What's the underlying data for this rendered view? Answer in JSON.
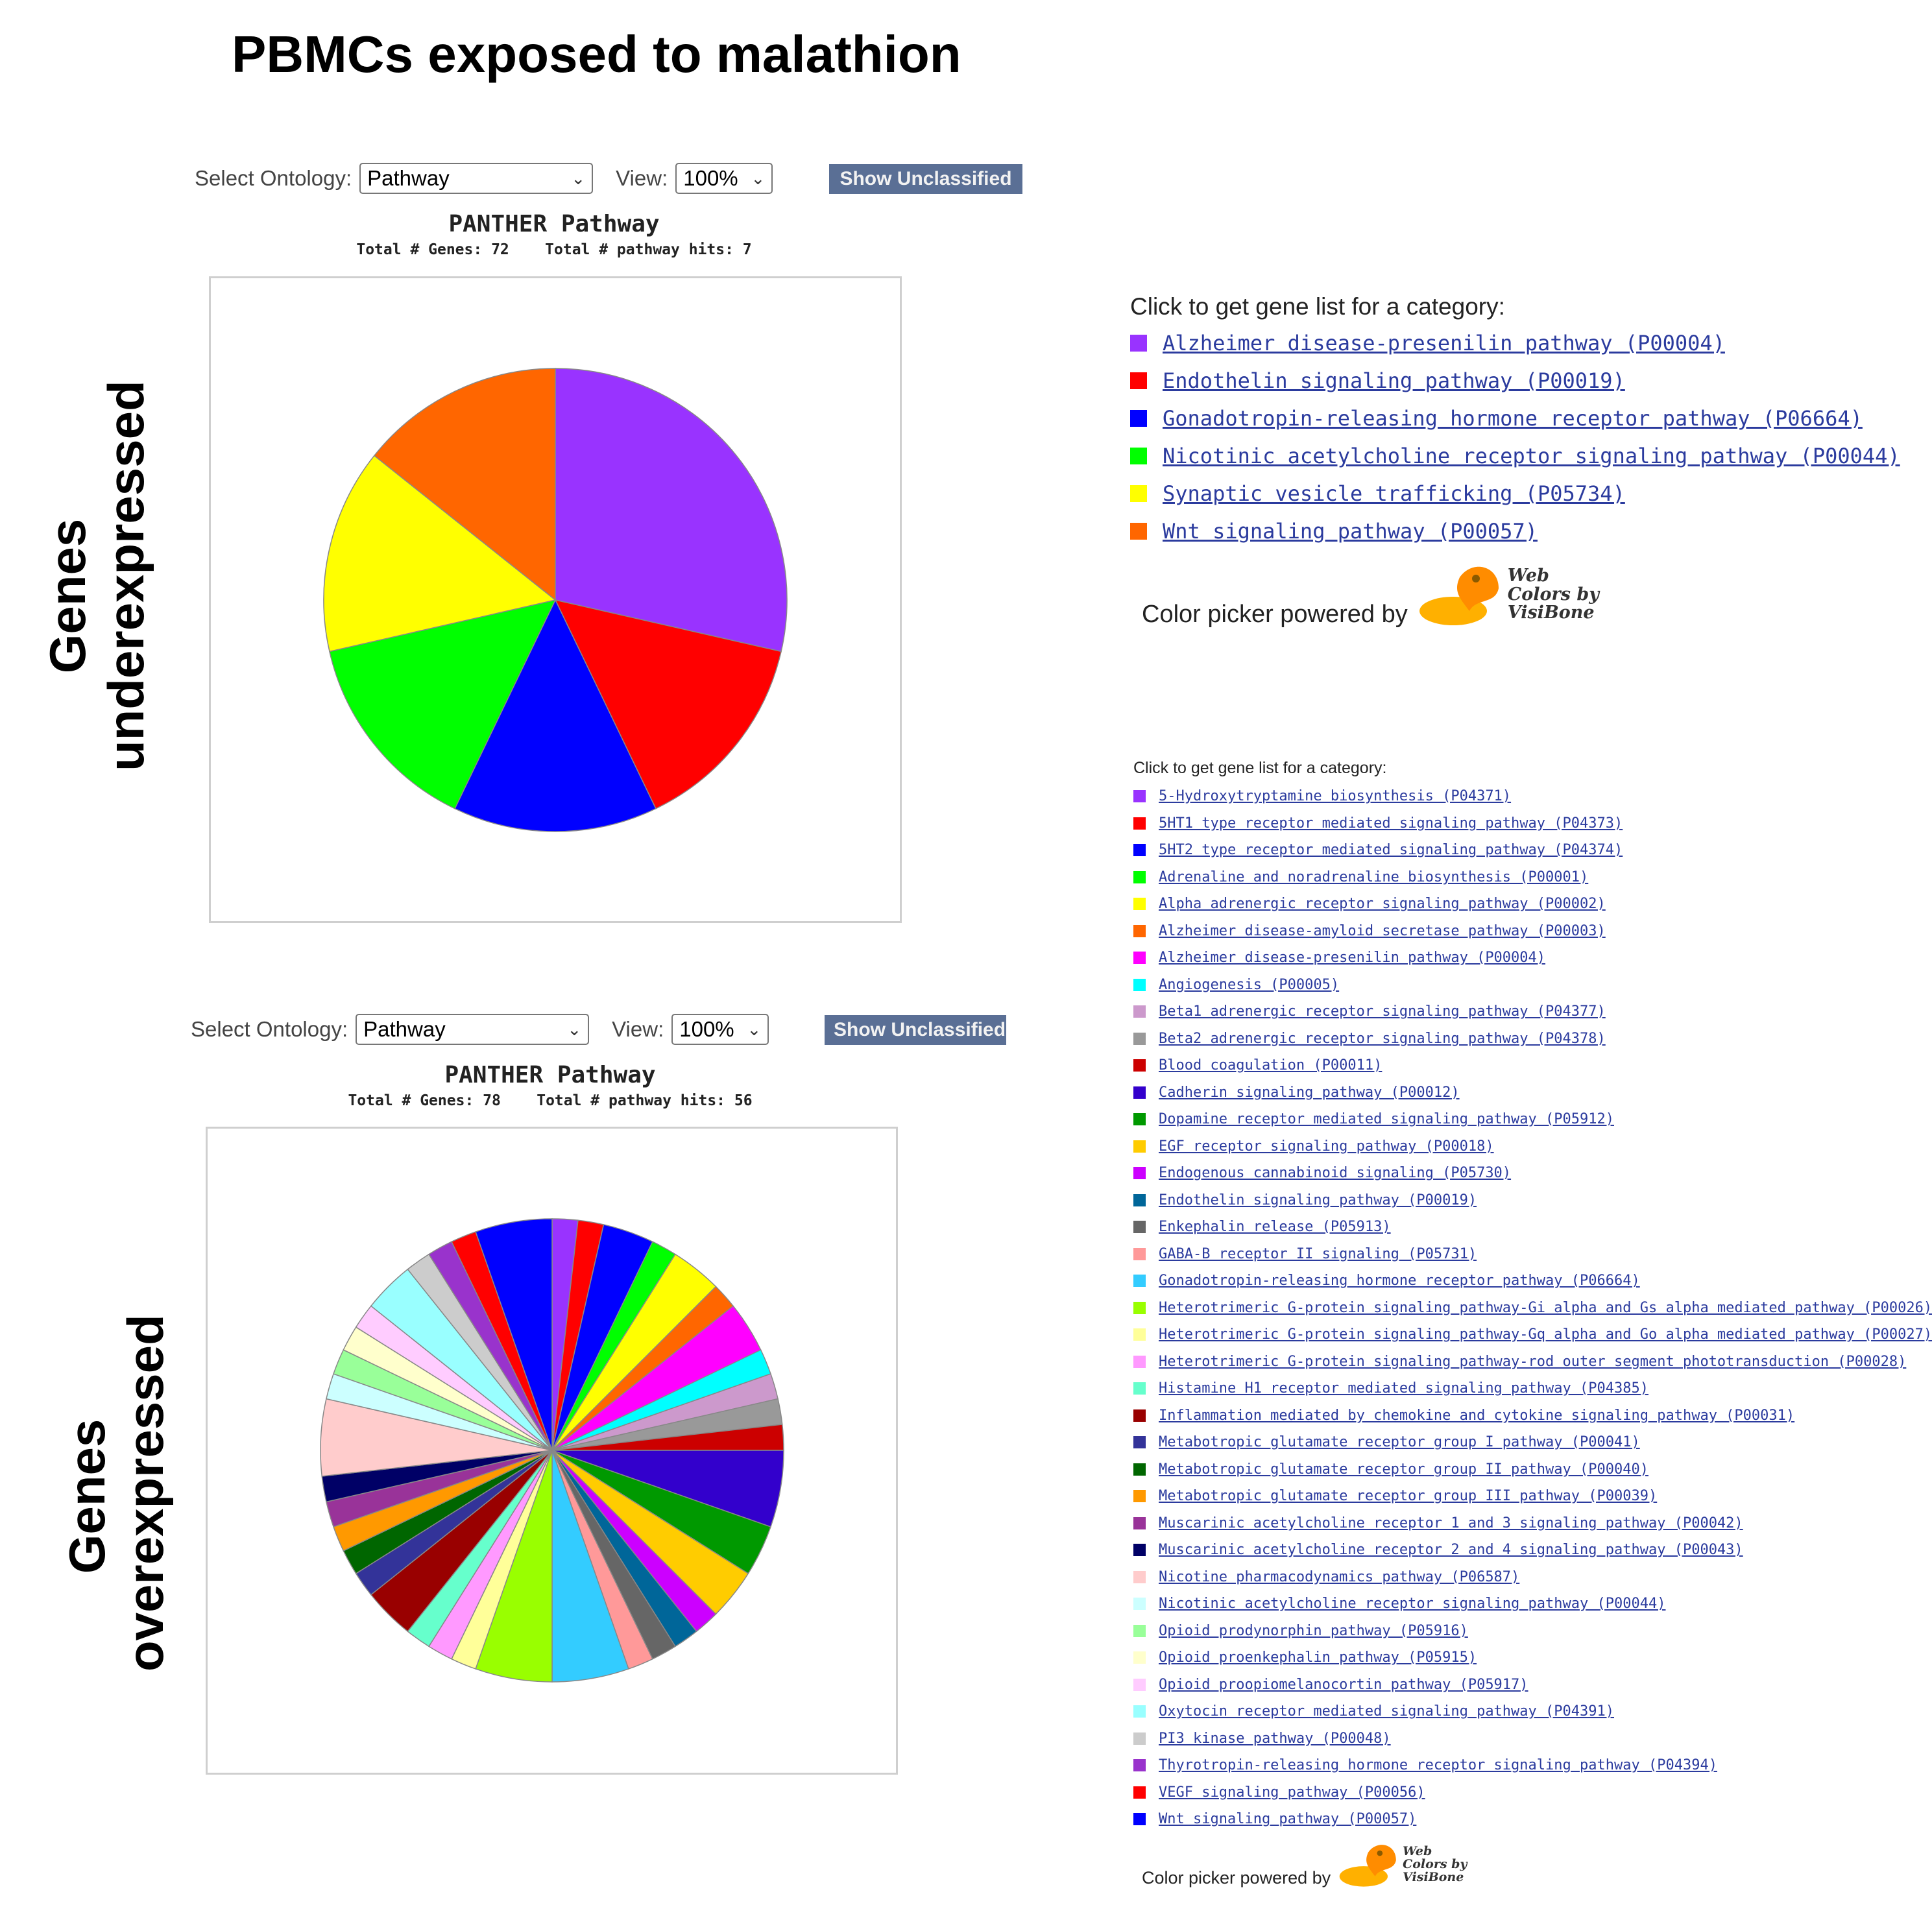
{
  "page_title": "PBMCs exposed to malathion",
  "row_labels": {
    "top": [
      "Genes",
      "underexpressed"
    ],
    "bottom": [
      "Genes",
      "overexpressed"
    ]
  },
  "panels": [
    {
      "controls": {
        "ontology_label": "Select Ontology:",
        "ontology_value": "Pathway",
        "view_label": "View:",
        "view_value": "100%",
        "show_unclassified_label": "Show Unclassified"
      },
      "heading": "PANTHER Pathway",
      "subheading": "Total # Genes: 72    Total # pathway hits: 7",
      "legend": {
        "heading": "Click to get gene list for a category:",
        "items": [
          {
            "label": "Alzheimer disease-presenilin pathway (P00004)",
            "color": "#9933ff"
          },
          {
            "label": "Endothelin signaling pathway (P00019)",
            "color": "#ff0000"
          },
          {
            "label": "Gonadotropin-releasing hormone receptor pathway (P06664)",
            "color": "#0000ff"
          },
          {
            "label": "Nicotinic acetylcholine receptor signaling pathway (P00044)",
            "color": "#00ff00"
          },
          {
            "label": "Synaptic vesicle trafficking (P05734)",
            "color": "#ffff00"
          },
          {
            "label": "Wnt signaling pathway (P00057)",
            "color": "#ff6600"
          }
        ],
        "powered_by": "Color picker powered by",
        "logo_text": [
          "Web",
          "Colors by",
          "VisiBone"
        ]
      }
    },
    {
      "controls": {
        "ontology_label": "Select Ontology:",
        "ontology_value": "Pathway",
        "view_label": "View:",
        "view_value": "100%",
        "show_unclassified_label": "Show Unclassified"
      },
      "heading": "PANTHER Pathway",
      "subheading": "Total # Genes: 78    Total # pathway hits: 56",
      "legend": {
        "heading": "Click to get gene list for a category:",
        "items": [
          {
            "label": "5-Hydroxytryptamine biosynthesis (P04371)",
            "color": "#9933ff"
          },
          {
            "label": "5HT1 type receptor mediated signaling pathway (P04373)",
            "color": "#ff0000"
          },
          {
            "label": "5HT2 type receptor mediated signaling pathway (P04374)",
            "color": "#0000ff"
          },
          {
            "label": "Adrenaline and noradrenaline biosynthesis (P00001)",
            "color": "#00ff00"
          },
          {
            "label": "Alpha adrenergic receptor signaling pathway (P00002)",
            "color": "#ffff00"
          },
          {
            "label": "Alzheimer disease-amyloid secretase pathway (P00003)",
            "color": "#ff6600"
          },
          {
            "label": "Alzheimer disease-presenilin pathway (P00004)",
            "color": "#ff00ff"
          },
          {
            "label": "Angiogenesis (P00005)",
            "color": "#00ffff"
          },
          {
            "label": "Beta1 adrenergic receptor signaling pathway (P04377)",
            "color": "#cc99cc"
          },
          {
            "label": "Beta2 adrenergic receptor signaling pathway (P04378)",
            "color": "#999999"
          },
          {
            "label": "Blood coagulation (P00011)",
            "color": "#cc0000"
          },
          {
            "label": "Cadherin signaling pathway (P00012)",
            "color": "#3300cc"
          },
          {
            "label": "Dopamine receptor mediated signaling pathway (P05912)",
            "color": "#009900"
          },
          {
            "label": "EGF receptor signaling pathway (P00018)",
            "color": "#ffcc00"
          },
          {
            "label": "Endogenous cannabinoid signaling (P05730)",
            "color": "#cc00ff"
          },
          {
            "label": "Endothelin signaling pathway (P00019)",
            "color": "#006699"
          },
          {
            "label": "Enkephalin release (P05913)",
            "color": "#666666"
          },
          {
            "label": "GABA-B receptor II signaling (P05731)",
            "color": "#ff9999"
          },
          {
            "label": "Gonadotropin-releasing hormone receptor pathway (P06664)",
            "color": "#33ccff"
          },
          {
            "label": "Heterotrimeric G-protein signaling pathway-Gi alpha and Gs alpha mediated pathway (P00026)",
            "color": "#99ff00"
          },
          {
            "label": "Heterotrimeric G-protein signaling pathway-Gq alpha and Go alpha mediated pathway (P00027)",
            "color": "#ffff99"
          },
          {
            "label": "Heterotrimeric G-protein signaling pathway-rod outer segment phototransduction (P00028)",
            "color": "#ff99ff"
          },
          {
            "label": "Histamine H1 receptor mediated signaling pathway (P04385)",
            "color": "#66ffcc"
          },
          {
            "label": "Inflammation mediated by chemokine and cytokine signaling pathway (P00031)",
            "color": "#990000"
          },
          {
            "label": "Metabotropic glutamate receptor group I pathway (P00041)",
            "color": "#333399"
          },
          {
            "label": "Metabotropic glutamate receptor group II pathway (P00040)",
            "color": "#006600"
          },
          {
            "label": "Metabotropic glutamate receptor group III pathway (P00039)",
            "color": "#ff9900"
          },
          {
            "label": "Muscarinic acetylcholine receptor 1 and 3 signaling pathway (P00042)",
            "color": "#993399"
          },
          {
            "label": "Muscarinic acetylcholine receptor 2 and 4 signaling pathway (P00043)",
            "color": "#000066"
          },
          {
            "label": "Nicotine pharmacodynamics pathway (P06587)",
            "color": "#ffcccc"
          },
          {
            "label": "Nicotinic acetylcholine receptor signaling pathway (P00044)",
            "color": "#ccffff"
          },
          {
            "label": "Opioid prodynorphin pathway (P05916)",
            "color": "#99ff99"
          },
          {
            "label": "Opioid proenkephalin pathway (P05915)",
            "color": "#ffffcc"
          },
          {
            "label": "Opioid proopiomelanocortin pathway (P05917)",
            "color": "#ffccff"
          },
          {
            "label": "Oxytocin receptor mediated signaling pathway (P04391)",
            "color": "#99ffff"
          },
          {
            "label": "PI3 kinase pathway (P00048)",
            "color": "#cccccc"
          },
          {
            "label": "Thyrotropin-releasing hormone receptor signaling pathway (P04394)",
            "color": "#9933cc"
          },
          {
            "label": "VEGF signaling pathway (P00056)",
            "color": "#ff0000"
          },
          {
            "label": "Wnt signaling pathway (P00057)",
            "color": "#0000ff"
          }
        ],
        "powered_by": "Color picker powered by",
        "logo_text": [
          "Web",
          "Colors by",
          "VisiBone"
        ]
      }
    }
  ],
  "chart_data": [
    {
      "type": "pie",
      "title": "PANTHER Pathway",
      "series": [
        {
          "categories": [
            "Alzheimer disease-presenilin pathway (P00004)",
            "Endothelin signaling pathway (P00019)",
            "Gonadotropin-releasing hormone receptor pathway (P06664)",
            "Nicotinic acetylcholine receptor signaling pathway (P00044)",
            "Synaptic vesicle trafficking (P05734)",
            "Wnt signaling pathway (P00057)"
          ],
          "values": [
            2,
            1,
            1,
            1,
            1,
            1
          ],
          "colors": [
            "#9933ff",
            "#ff0000",
            "#0000ff",
            "#00ff00",
            "#ffff00",
            "#ff6600"
          ]
        }
      ]
    },
    {
      "type": "pie",
      "title": "PANTHER Pathway",
      "series": [
        {
          "categories": [
            "5-Hydroxytryptamine biosynthesis (P04371)",
            "5HT1 type receptor mediated signaling pathway (P04373)",
            "5HT2 type receptor mediated signaling pathway (P04374)",
            "Adrenaline and noradrenaline biosynthesis (P00001)",
            "Alpha adrenergic receptor signaling pathway (P00002)",
            "Alzheimer disease-amyloid secretase pathway (P00003)",
            "Alzheimer disease-presenilin pathway (P00004)",
            "Angiogenesis (P00005)",
            "Beta1 adrenergic receptor signaling pathway (P04377)",
            "Beta2 adrenergic receptor signaling pathway (P04378)",
            "Blood coagulation (P00011)",
            "Cadherin signaling pathway (P00012)",
            "Dopamine receptor mediated signaling pathway (P05912)",
            "EGF receptor signaling pathway (P00018)",
            "Endogenous cannabinoid signaling (P05730)",
            "Endothelin signaling pathway (P00019)",
            "Enkephalin release (P05913)",
            "GABA-B receptor II signaling (P05731)",
            "Gonadotropin-releasing hormone receptor pathway (P06664)",
            "Heterotrimeric G-protein signaling pathway-Gi alpha and Gs alpha mediated pathway (P00026)",
            "Heterotrimeric G-protein signaling pathway-Gq alpha and Go alpha mediated pathway (P00027)",
            "Heterotrimeric G-protein signaling pathway-rod outer segment phototransduction (P00028)",
            "Histamine H1 receptor mediated signaling pathway (P04385)",
            "Inflammation mediated by chemokine and cytokine signaling pathway (P00031)",
            "Metabotropic glutamate receptor group I pathway (P00041)",
            "Metabotropic glutamate receptor group II pathway (P00040)",
            "Metabotropic glutamate receptor group III pathway (P00039)",
            "Muscarinic acetylcholine receptor 1 and 3 signaling pathway (P00042)",
            "Muscarinic acetylcholine receptor 2 and 4 signaling pathway (P00043)",
            "Nicotine pharmacodynamics pathway (P06587)",
            "Nicotinic acetylcholine receptor signaling pathway (P00044)",
            "Opioid prodynorphin pathway (P05916)",
            "Opioid proenkephalin pathway (P05915)",
            "Opioid proopiomelanocortin pathway (P05917)",
            "Oxytocin receptor mediated signaling pathway (P04391)",
            "PI3 kinase pathway (P00048)",
            "Thyrotropin-releasing hormone receptor signaling pathway (P04394)",
            "VEGF signaling pathway (P00056)",
            "Wnt signaling pathway (P00057)"
          ],
          "values": [
            1,
            1,
            2,
            1,
            2,
            1,
            2,
            1,
            1,
            1,
            1,
            3,
            2,
            2,
            1,
            1,
            1,
            1,
            3,
            3,
            1,
            1,
            1,
            2,
            1,
            1,
            1,
            1,
            1,
            3,
            1,
            1,
            1,
            1,
            2,
            1,
            1,
            1,
            3
          ],
          "colors": [
            "#9933ff",
            "#ff0000",
            "#0000ff",
            "#00ff00",
            "#ffff00",
            "#ff6600",
            "#ff00ff",
            "#00ffff",
            "#cc99cc",
            "#999999",
            "#cc0000",
            "#3300cc",
            "#009900",
            "#ffcc00",
            "#cc00ff",
            "#006699",
            "#666666",
            "#ff9999",
            "#33ccff",
            "#99ff00",
            "#ffff99",
            "#ff99ff",
            "#66ffcc",
            "#990000",
            "#333399",
            "#006600",
            "#ff9900",
            "#993399",
            "#000066",
            "#ffcccc",
            "#ccffff",
            "#99ff99",
            "#ffffcc",
            "#ffccff",
            "#99ffff",
            "#cccccc",
            "#9933cc",
            "#ff0000",
            "#0000ff"
          ]
        }
      ]
    }
  ]
}
